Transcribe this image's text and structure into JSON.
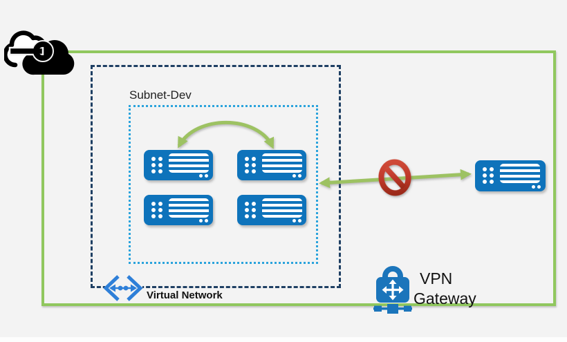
{
  "canvas": {
    "background_color": "#f3f3f3"
  },
  "boundary": {
    "name": "cloud-boundary",
    "border_color": "#90c75e"
  },
  "cloud": {
    "icon": "azure-cloud-icon",
    "color": "#000000"
  },
  "virtual_network": {
    "label": "Virtual Network",
    "border_color": "#1e3f63",
    "border_style": "dashed",
    "icon": "virtual-network-icon",
    "icon_color": "#2e7fd8"
  },
  "subnet": {
    "label": "Subnet-Dev",
    "border_color": "#2aa3dc",
    "border_style": "dotted"
  },
  "servers": {
    "icon": "server-icon",
    "color": "#0e73bb",
    "count_in_subnet": 4,
    "count_external": 1
  },
  "vpn_gateway": {
    "label_line1": "VPN",
    "label_line2": "Gateway",
    "icon": "vpn-gateway-icon",
    "color": "#1b75bb"
  },
  "connections": {
    "subnet_peer_arrow": {
      "type": "curved-double-arrow",
      "color": "#9dc262"
    },
    "external_arrow": {
      "type": "straight-double-arrow",
      "color": "#9dc262",
      "blocked": true
    },
    "blocked_sign": {
      "icon": "no-entry-icon",
      "color": "#bd3728"
    }
  }
}
